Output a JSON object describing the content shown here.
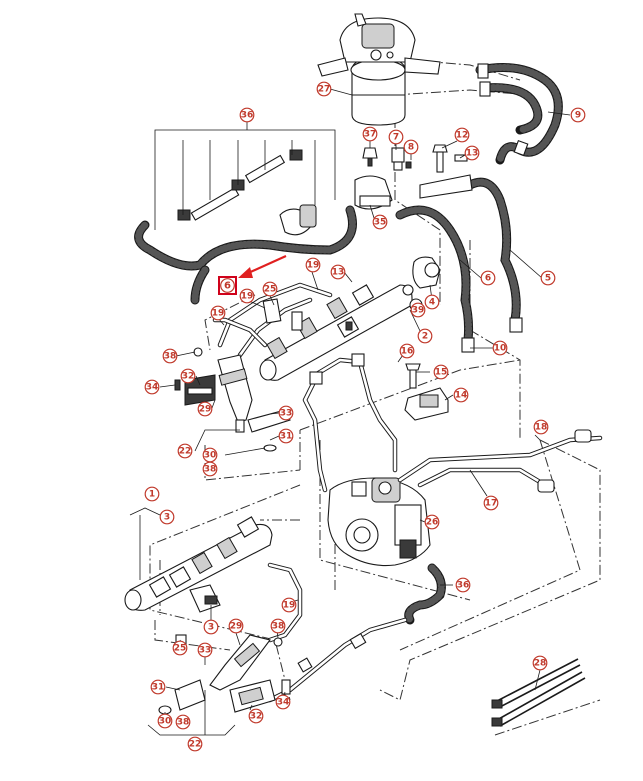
{
  "diagram": {
    "highlighted_callout": "6",
    "callouts": [
      {
        "id": "c27",
        "label": "27"
      },
      {
        "id": "c9",
        "label": "9"
      },
      {
        "id": "c36-top",
        "label": "36"
      },
      {
        "id": "c37",
        "label": "37"
      },
      {
        "id": "c7",
        "label": "7"
      },
      {
        "id": "c8",
        "label": "8"
      },
      {
        "id": "c12",
        "label": "12"
      },
      {
        "id": "c13-top",
        "label": "13"
      },
      {
        "id": "c35",
        "label": "35"
      },
      {
        "id": "c19-a",
        "label": "19"
      },
      {
        "id": "c13-mid",
        "label": "13"
      },
      {
        "id": "c25-top",
        "label": "25"
      },
      {
        "id": "c19-b",
        "label": "19"
      },
      {
        "id": "c19-c",
        "label": "19"
      },
      {
        "id": "c6-right",
        "label": "6"
      },
      {
        "id": "c5",
        "label": "5"
      },
      {
        "id": "c4",
        "label": "4"
      },
      {
        "id": "c39",
        "label": "39"
      },
      {
        "id": "c2",
        "label": "2"
      },
      {
        "id": "c38-a",
        "label": "38"
      },
      {
        "id": "c32-top",
        "label": "32"
      },
      {
        "id": "c34-top",
        "label": "34"
      },
      {
        "id": "c29-top",
        "label": "29"
      },
      {
        "id": "c16",
        "label": "16"
      },
      {
        "id": "c10",
        "label": "10"
      },
      {
        "id": "c15",
        "label": "15"
      },
      {
        "id": "c14",
        "label": "14"
      },
      {
        "id": "c33-top",
        "label": "33"
      },
      {
        "id": "c31-top",
        "label": "31"
      },
      {
        "id": "c22-top",
        "label": "22"
      },
      {
        "id": "c30-top",
        "label": "30"
      },
      {
        "id": "c38-b",
        "label": "38"
      },
      {
        "id": "c18",
        "label": "18"
      },
      {
        "id": "c17",
        "label": "17"
      },
      {
        "id": "c26",
        "label": "26"
      },
      {
        "id": "c1",
        "label": "1"
      },
      {
        "id": "c3-top",
        "label": "3"
      },
      {
        "id": "c3-bot",
        "label": "3"
      },
      {
        "id": "c36-bot",
        "label": "36"
      },
      {
        "id": "c19-d",
        "label": "19"
      },
      {
        "id": "c25-bot",
        "label": "25"
      },
      {
        "id": "c29-bot",
        "label": "29"
      },
      {
        "id": "c38-c",
        "label": "38"
      },
      {
        "id": "c33-bot",
        "label": "33"
      },
      {
        "id": "c31-bot",
        "label": "31"
      },
      {
        "id": "c30-bot",
        "label": "30"
      },
      {
        "id": "c38-d",
        "label": "38"
      },
      {
        "id": "c32-bot",
        "label": "32"
      },
      {
        "id": "c34-bot",
        "label": "34"
      },
      {
        "id": "c22-bot",
        "label": "22"
      },
      {
        "id": "c28",
        "label": "28"
      }
    ]
  }
}
